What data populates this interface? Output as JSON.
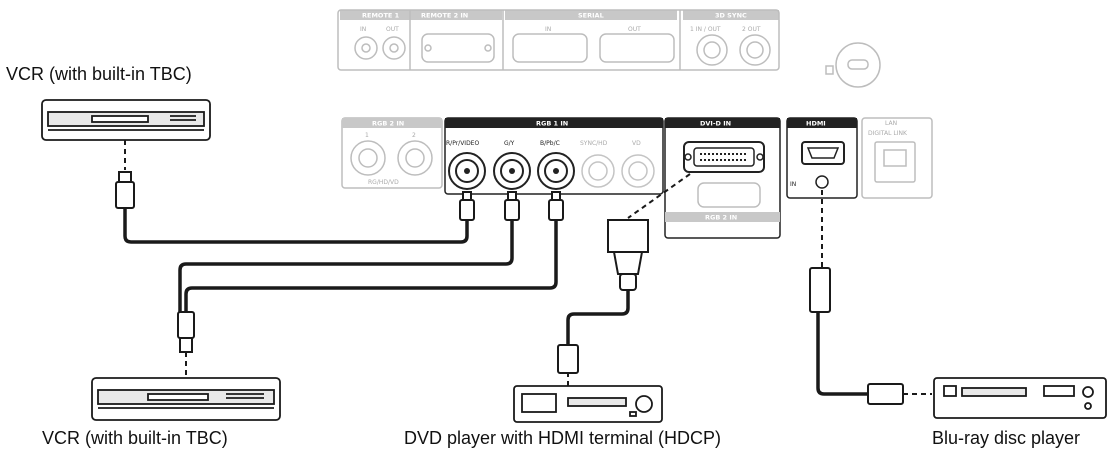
{
  "labels": {
    "device_vcr_top": "VCR (with built-in TBC)",
    "device_vcr_bottom": "VCR (with built-in TBC)",
    "device_dvd": "DVD player with HDMI terminal (HDCP)",
    "device_bluray": "Blu-ray disc player"
  },
  "panel_top": {
    "remote1": "REMOTE 1",
    "remote1_in": "IN",
    "remote1_out": "OUT",
    "remote2_in": "REMOTE 2 IN",
    "serial": "SERIAL",
    "serial_in": "IN",
    "serial_out": "OUT",
    "sync3d": "3D SYNC",
    "sync3d_1": "1 IN / OUT",
    "sync3d_2": "2 OUT"
  },
  "panel_bottom": {
    "rgb2_in": "RGB 2 IN",
    "rgb2_1": "1",
    "rgb2_2": "2",
    "rgb2_hv": "RG/HD/VD",
    "rgb1_in": "RGB 1 IN",
    "rgb1_r": "R/Pr/VIDEO",
    "rgb1_g": "G/Y",
    "rgb1_b": "B/Pb/C",
    "rgb1_sync": "SYNC/HD",
    "rgb1_vd": "VD",
    "dvid_in": "DVI-D IN",
    "hdmi": "HDMI",
    "hdmi_in": "IN",
    "lan": "LAN",
    "digital_link": "DIGITAL LINK",
    "sub_in": "RGB 2 IN"
  },
  "colors": {
    "line": "#1a1a1a",
    "panel_active": "#222222",
    "panel_inactive": "#bdbdbd",
    "text": "#111111"
  }
}
